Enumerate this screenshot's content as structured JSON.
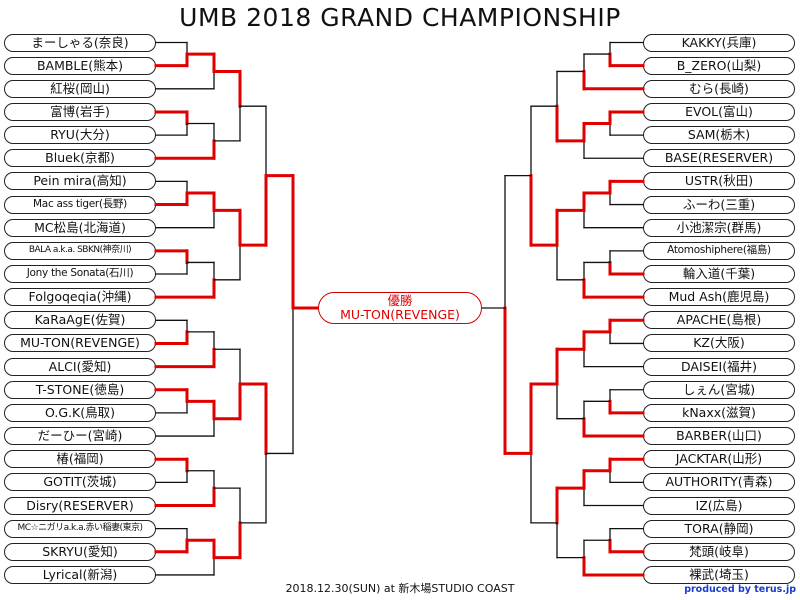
{
  "title": "UMB 2018 GRAND CHAMPIONSHIP",
  "left_entrants": [
    "まーしゃる(奈良)",
    "BAMBLE(熊本)",
    "紅桜(岡山)",
    "富博(岩手)",
    "RYU(大分)",
    "Bluek(京都)",
    "Pein mira(高知)",
    "Mac ass tiger(長野)",
    "MC松島(北海道)",
    "BALA a.k.a. SBKN(神奈川)",
    "Jony the Sonata(石川)",
    "Folgoqeqia(沖縄)",
    "KaRaAgE(佐賀)",
    "MU-TON(REVENGE)",
    "ALCI(愛知)",
    "T-STONE(徳島)",
    "O.G.K(鳥取)",
    "だーひー(宮崎)",
    "椿(福岡)",
    "GOTIT(茨城)",
    "Disry(RESERVER)",
    "MC☆ニガリa.k.a.赤い稲妻(東京)",
    "SKRYU(愛知)",
    "Lyrical(新潟)"
  ],
  "right_entrants": [
    "KAKKY(兵庫)",
    "B_ZERO(山梨)",
    "むら(長崎)",
    "EVOL(富山)",
    "SAM(栃木)",
    "BASE(RESERVER)",
    "USTR(秋田)",
    "ふーわ(三重)",
    "小池潔宗(群馬)",
    "Atomoshiphere(福島)",
    "輪入道(千葉)",
    "Mud Ash(鹿児島)",
    "APACHE(島根)",
    "KZ(大阪)",
    "DAISEI(福井)",
    "しぇん(宮城)",
    "kNaxx(滋賀)",
    "BARBER(山口)",
    "JACKTAR(山形)",
    "AUTHORITY(青森)",
    "IZ(広島)",
    "TORA(静岡)",
    "梵頭(岐阜)",
    "裸武(埼玉)"
  ],
  "winner": {
    "label": "優勝",
    "name": "MU-TON(REVENGE)"
  },
  "footer": "2018.12.30(SUN) at 新木場STUDIO COAST",
  "credit": "produced by terus.jp",
  "colors": {
    "win_line": "#e00000",
    "lose_line": "#111111",
    "text": "#111111",
    "winner_text": "#e00000",
    "credit": "#1a3ccc"
  },
  "results": {
    "left": {
      "r1": [
        1,
        0,
        1,
        0,
        1,
        0,
        0,
        1
      ],
      "r2": [
        0,
        0,
        1,
        1
      ],
      "r3": [
        1,
        0
      ],
      "r4": [
        0
      ]
    },
    "right": {
      "r1": [
        1,
        0,
        0,
        1,
        0,
        1,
        0,
        1
      ],
      "r2": [
        1,
        0,
        0,
        0
      ],
      "r3": [
        1,
        0
      ],
      "r4": [
        1
      ]
    },
    "final": "left"
  }
}
